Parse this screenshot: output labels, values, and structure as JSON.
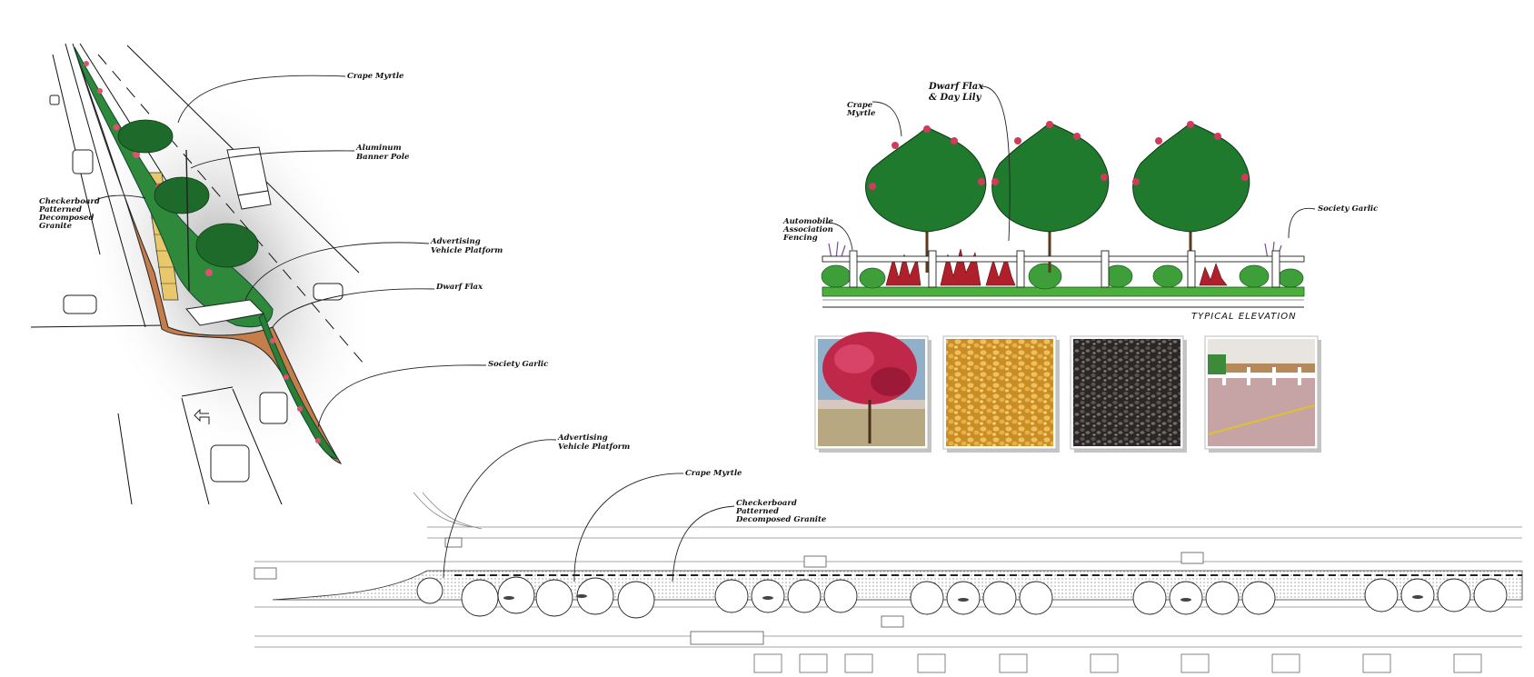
{
  "perspective_labels": {
    "crape_myrtle": "Crape Myrtle",
    "banner_pole": [
      "Aluminum",
      "Banner Pole"
    ],
    "checkerboard": [
      "Checkerboard",
      "Patterned",
      "Decomposed",
      "Granite"
    ],
    "vehicle_platform": [
      "Advertising",
      "Vehicle Platform"
    ],
    "dwarf_flax": "Dwarf Flax",
    "society_garlic": "Society Garlic"
  },
  "elevation_labels": {
    "crape_myrtle": [
      "Crape",
      "Myrtle"
    ],
    "dwarf_flax_day_lily": [
      "Dwarf Flax",
      "& Day Lily"
    ],
    "fencing": [
      "Automobile",
      "Association",
      "Fencing"
    ],
    "society_garlic": "Society Garlic",
    "caption": "TYPICAL ELEVATION"
  },
  "plan_labels": {
    "vehicle_platform": [
      "Advertising",
      "Vehicle Platform"
    ],
    "crape_myrtle": "Crape Myrtle",
    "checkerboard": [
      "Checkerboard",
      "Patterned",
      "Decomposed Granite"
    ]
  },
  "photos": [
    {
      "name": "crape-myrtle-tree-photo",
      "icon": "tree-photo"
    },
    {
      "name": "gold-granite-photo",
      "icon": "gravel-gold"
    },
    {
      "name": "dark-granite-photo",
      "icon": "gravel-dark"
    },
    {
      "name": "fence-road-photo",
      "icon": "fence-photo"
    }
  ],
  "colors": {
    "leaf": "#1f7a2e",
    "leaf_light": "#4caf3c",
    "blossom": "#d23a5a",
    "red_plant": "#b0202a",
    "gold_gravel": "#d9a23a",
    "dark_gravel": "#3e3a38"
  }
}
